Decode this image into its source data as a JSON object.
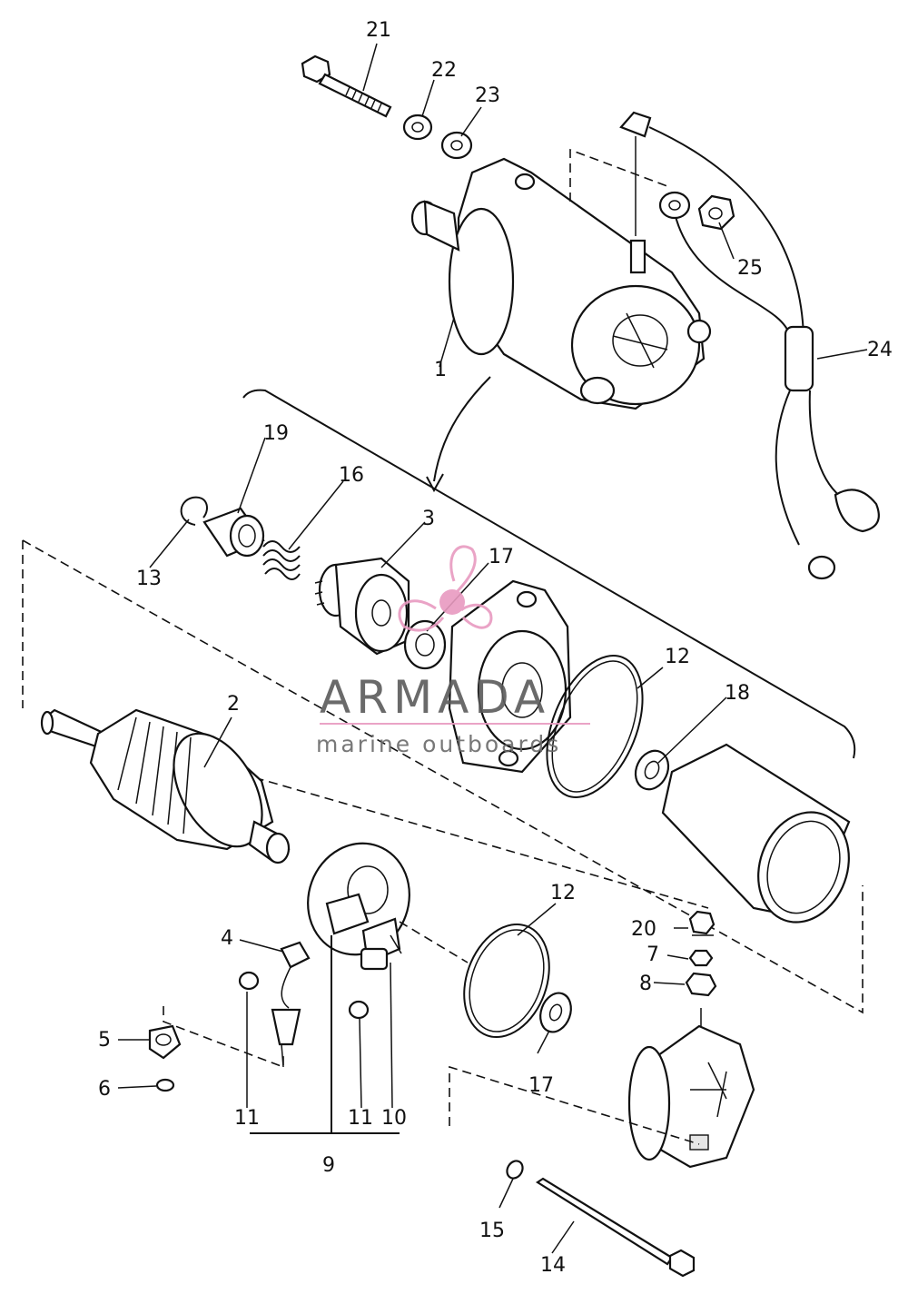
{
  "callouts": [
    "21",
    "22",
    "23",
    "25",
    "24",
    "1",
    "19",
    "16",
    "3",
    "17",
    "13",
    "12",
    "18",
    "2",
    "20",
    "7",
    "8",
    "4",
    "5",
    "6",
    "12",
    "17",
    "11",
    "11",
    "10",
    "9",
    "15",
    "14"
  ],
  "watermark": {
    "brand": "ARMADA",
    "tagline": "marine outboards",
    "colors": {
      "logo": "#e89ac0",
      "logo_dark": "#d060a0",
      "text": "#5a5a5a"
    }
  }
}
